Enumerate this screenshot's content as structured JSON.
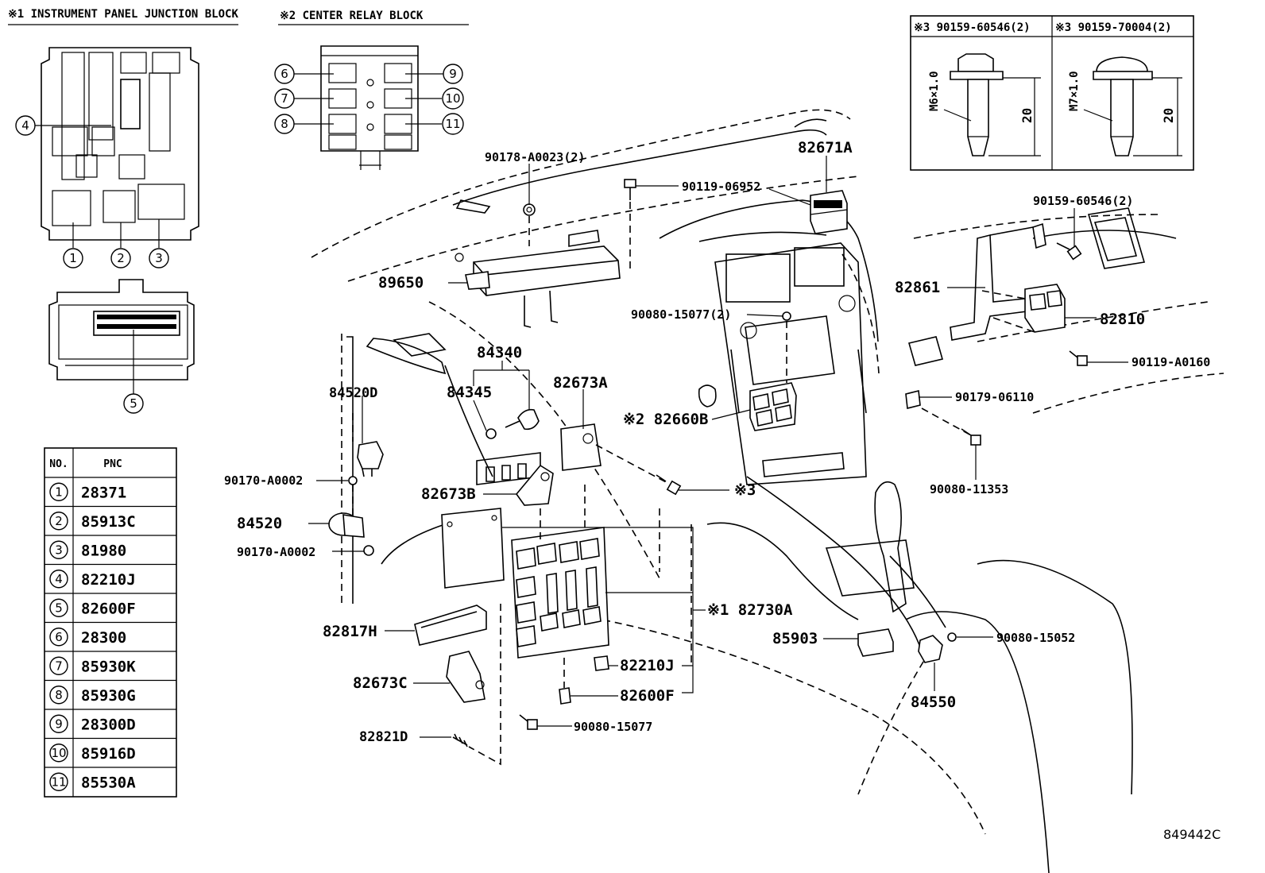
{
  "headers": {
    "ipjb": "※1 INSTRUMENT PANEL JUNCTION BLOCK",
    "crb": "※2 CENTER RELAY BLOCK"
  },
  "bolt_box": {
    "left_title": "※3 90159-60546(2)",
    "right_title": "※3 90159-70004(2)",
    "left_thread": "M6×1.0",
    "right_thread": "M7×1.0",
    "left_len": "20",
    "right_len": "20"
  },
  "ipjb_callouts": [
    "1",
    "2",
    "3",
    "4",
    "5"
  ],
  "crb_callouts": [
    "6",
    "7",
    "8",
    "9",
    "10",
    "11"
  ],
  "table": {
    "col_no": "NO.",
    "col_pnc": "PNC",
    "rows": [
      {
        "no": "1",
        "pnc": "28371"
      },
      {
        "no": "2",
        "pnc": "85913C"
      },
      {
        "no": "3",
        "pnc": "81980"
      },
      {
        "no": "4",
        "pnc": "82210J"
      },
      {
        "no": "5",
        "pnc": "82600F"
      },
      {
        "no": "6",
        "pnc": "28300"
      },
      {
        "no": "7",
        "pnc": "85930K"
      },
      {
        "no": "8",
        "pnc": "85930G"
      },
      {
        "no": "9",
        "pnc": "28300D"
      },
      {
        "no": "10",
        "pnc": "85916D"
      },
      {
        "no": "11",
        "pnc": "85530A"
      }
    ]
  },
  "labels": {
    "p90178": "90178-A0023(2)",
    "p90119_06952": "90119-06952",
    "p82671A": "82671A",
    "p89650": "89650",
    "p90080_15077_2": "90080-15077(2)",
    "p84340": "84340",
    "p84345": "84345",
    "p82673A": "82673A",
    "p82660B": "※2 82660B",
    "p84520D": "84520D",
    "p90170_a": "90170-A0002",
    "p82673B": "82673B",
    "p84520": "84520",
    "p90170_b": "90170-A0002",
    "p82817H": "82817H",
    "p82730A": "※1 82730A",
    "p82210J": "82210J",
    "p82600F": "82600F",
    "p82673C": "82673C",
    "p90080_15077": "90080-15077",
    "p82821D": "82821D",
    "p85903": "85903",
    "p90080_15052": "90080-15052",
    "p84550": "84550",
    "p90159_60546": "90159-60546(2)",
    "p82861": "82861",
    "p82810": "82810",
    "p90119_A0160": "90119-A0160",
    "p90179_06110": "90179-06110",
    "p90080_11353": "90080-11353",
    "p3ref": "※3",
    "code": "849442C"
  }
}
